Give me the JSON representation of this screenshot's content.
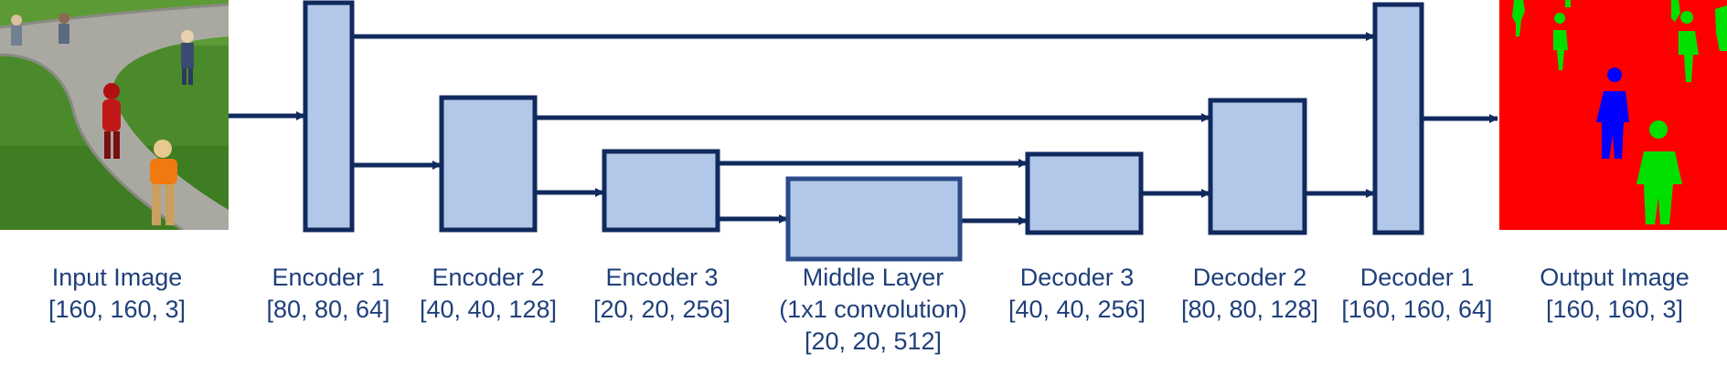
{
  "diagram": {
    "nodes": [
      {
        "id": "input",
        "title": "Input Image",
        "shape": "[160, 160, 3]",
        "kind": "image"
      },
      {
        "id": "enc1",
        "title": "Encoder 1",
        "shape": "[80, 80, 64]",
        "kind": "block"
      },
      {
        "id": "enc2",
        "title": "Encoder 2",
        "shape": "[40, 40, 128]",
        "kind": "block"
      },
      {
        "id": "enc3",
        "title": "Encoder 3",
        "shape": "[20, 20, 256]",
        "kind": "block"
      },
      {
        "id": "middle",
        "title": "Middle Layer",
        "subtitle": "(1x1 convolution)",
        "shape": "[20, 20, 512]",
        "kind": "block"
      },
      {
        "id": "dec3",
        "title": "Decoder 3",
        "shape": "[40, 40, 256]",
        "kind": "block"
      },
      {
        "id": "dec2",
        "title": "Decoder 2",
        "shape": "[80, 80, 128]",
        "kind": "block"
      },
      {
        "id": "dec1",
        "title": "Decoder 1",
        "shape": "[160, 160, 64]",
        "kind": "block"
      },
      {
        "id": "output",
        "title": "Output Image",
        "shape": "[160, 160, 3]",
        "kind": "image"
      }
    ],
    "edges": [
      {
        "from": "input",
        "to": "enc1",
        "type": "forward"
      },
      {
        "from": "enc1",
        "to": "enc2",
        "type": "forward"
      },
      {
        "from": "enc2",
        "to": "enc3",
        "type": "forward"
      },
      {
        "from": "enc3",
        "to": "middle",
        "type": "forward"
      },
      {
        "from": "middle",
        "to": "dec3",
        "type": "forward"
      },
      {
        "from": "dec3",
        "to": "dec2",
        "type": "forward"
      },
      {
        "from": "dec2",
        "to": "dec1",
        "type": "forward"
      },
      {
        "from": "dec1",
        "to": "output",
        "type": "forward"
      },
      {
        "from": "enc3",
        "to": "dec3",
        "type": "skip"
      },
      {
        "from": "enc2",
        "to": "dec2",
        "type": "skip"
      },
      {
        "from": "enc1",
        "to": "dec1",
        "type": "skip"
      }
    ]
  },
  "colors": {
    "block_fill": "#b3c7e8",
    "block_stroke": "#102a5e",
    "arrow": "#102a5e",
    "label_text": "#1f3f7a",
    "grass": "#4a8a2a",
    "path": "#a9a9a2",
    "segmentation_background": "#ff0000",
    "segmentation_person": "#00e000",
    "segmentation_target": "#0000ff"
  }
}
